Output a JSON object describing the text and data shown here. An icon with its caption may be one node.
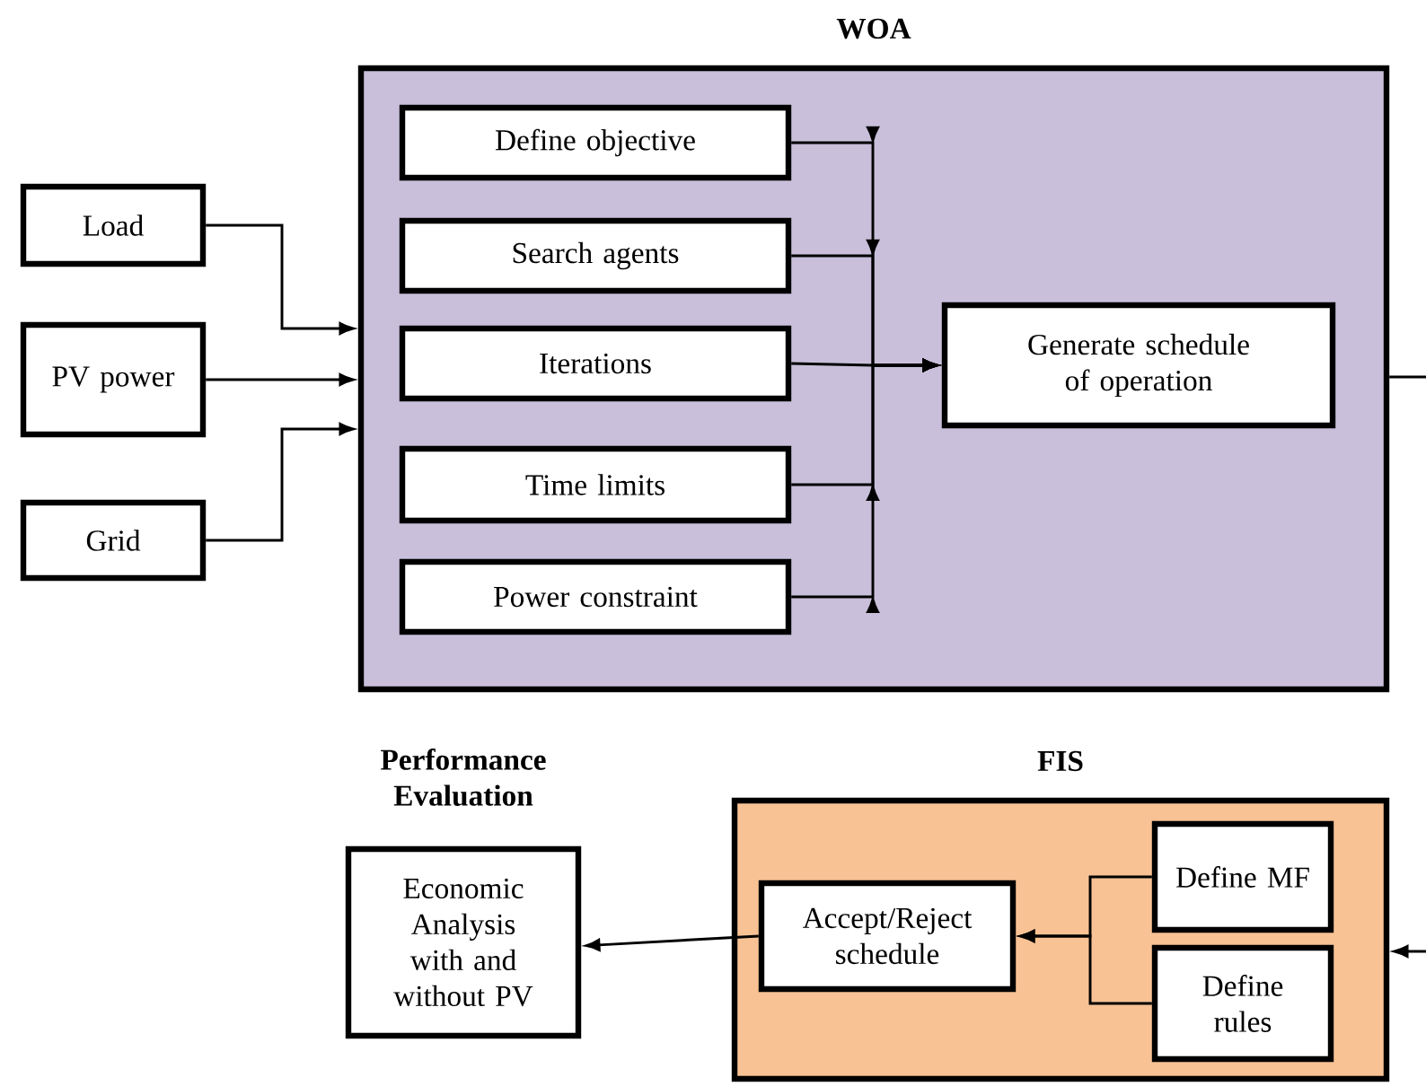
{
  "diagram": {
    "nodes": [
      {
        "text": [
          "WOA"
        ]
      },
      {
        "text": [
          "Define objective"
        ],
        "in": 0
      },
      {
        "text": [
          "Search agents"
        ],
        "in": 0
      },
      {
        "text": [
          "Iterations"
        ],
        "in": 0
      },
      {
        "text": [
          "Time limits"
        ],
        "in": 0
      },
      {
        "text": [
          "Power constraint"
        ],
        "in": 0
      },
      {
        "text": [
          "Generate schedule of operation"
        ],
        "in": 0
      },
      {
        "text": [
          "Load"
        ]
      },
      {
        "text": [
          "PV power"
        ]
      },
      {
        "text": [
          "Grid"
        ]
      },
      {
        "text": [
          "FIS"
        ]
      },
      {
        "text": [
          "Define MF"
        ],
        "in": 10
      },
      {
        "text": [
          "Define rules"
        ],
        "in": 10
      },
      {
        "text": [
          "Accept/Reject schedule"
        ],
        "in": 10
      },
      {
        "text": [
          "Performance Evaluation",
          "Economic Analysis with and without PV"
        ]
      }
    ],
    "edges": [
      {
        "from": 7,
        "to": 0,
        "arrow": "to"
      },
      {
        "from": 8,
        "to": 0,
        "arrow": "to"
      },
      {
        "from": 9,
        "to": 0,
        "arrow": "to"
      },
      {
        "from": 1,
        "to": 6,
        "arrow": "to"
      },
      {
        "from": 2,
        "to": 6,
        "arrow": "to"
      },
      {
        "from": 3,
        "to": 6,
        "arrow": "to"
      },
      {
        "from": 4,
        "to": 6,
        "arrow": "to"
      },
      {
        "from": 5,
        "to": 6,
        "arrow": "to"
      },
      {
        "from": 0,
        "to": null,
        "arrow": "none"
      },
      {
        "from": 11,
        "to": 13,
        "arrow": "to"
      },
      {
        "from": 12,
        "to": 13,
        "arrow": "to"
      },
      {
        "from": 13,
        "to": 14,
        "arrow": "to"
      },
      {
        "from": null,
        "to": 10,
        "arrow": "to"
      }
    ]
  }
}
